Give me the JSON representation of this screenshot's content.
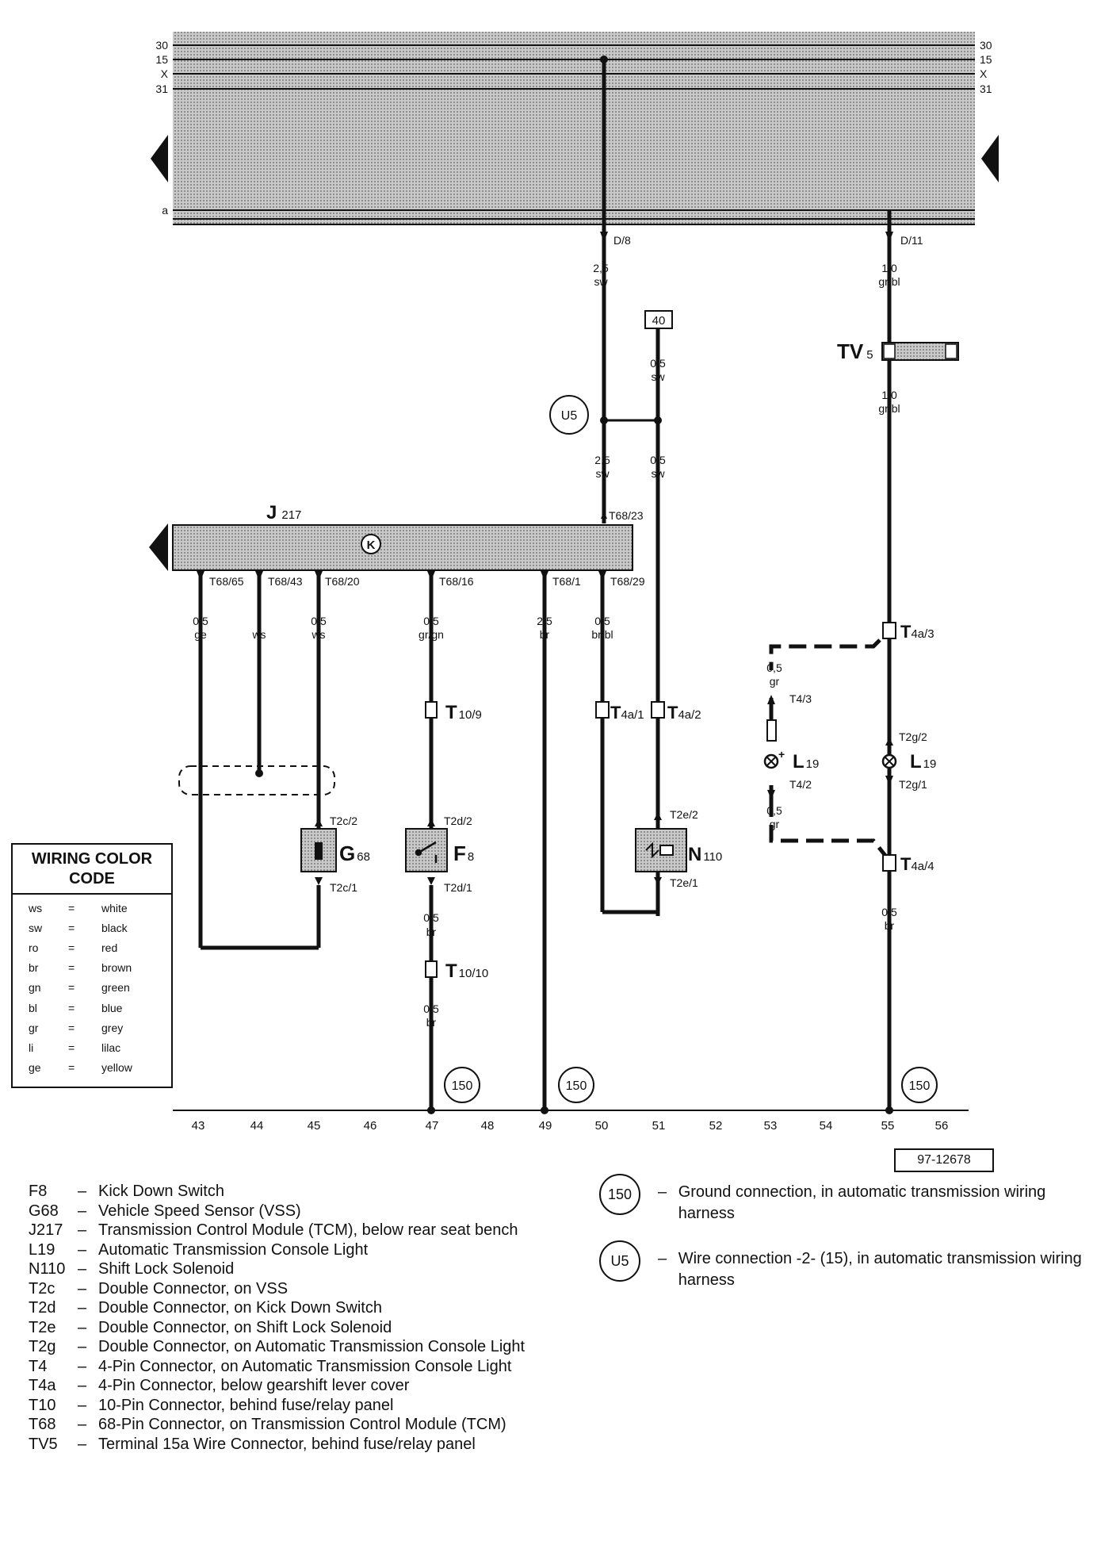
{
  "terminals_left": [
    "30",
    "15",
    "X",
    "31"
  ],
  "terminals_right": [
    "30",
    "15",
    "X",
    "31"
  ],
  "rail_a": "a",
  "connectors": {
    "d8": "D/8",
    "d11": "D/11",
    "t68_23": "T68/23",
    "t68_65": "T68/65",
    "t68_43": "T68/43",
    "t68_20": "T68/20",
    "t68_16": "T68/16",
    "t68_1": "T68/1",
    "t68_29": "T68/29",
    "t2c_2": "T2c/2",
    "t2c_1": "T2c/1",
    "t2d_2": "T2d/2",
    "t2d_1": "T2d/1",
    "t2e_2": "T2e/2",
    "t2e_1": "T2e/1",
    "t4_3": "T4/3",
    "t4_2": "T4/2",
    "t2g_2": "T2g/2",
    "t2g_1": "T2g/1"
  },
  "components": {
    "j217": {
      "main": "J",
      "sub": "217"
    },
    "g68": {
      "main": "G",
      "sub": "68"
    },
    "f8": {
      "main": "F",
      "sub": "8"
    },
    "n110": {
      "main": "N",
      "sub": "110"
    },
    "l19a": {
      "main": "L",
      "sub": "19"
    },
    "l19b": {
      "main": "L",
      "sub": "19"
    },
    "tv5": {
      "main": "TV",
      "sub": "5"
    },
    "t10_9": {
      "main": "T",
      "sub": "10/9"
    },
    "t10_10": {
      "main": "T",
      "sub": "10/10"
    },
    "t4a_1": {
      "main": "T",
      "sub": "4a/1"
    },
    "t4a_2": {
      "main": "T",
      "sub": "4a/2"
    },
    "t4a_3": {
      "main": "T",
      "sub": "4a/3"
    },
    "t4a_4": {
      "main": "T",
      "sub": "4a/4"
    },
    "k_symbol": "K",
    "box40": "40",
    "u5": "U5",
    "g150a": "150",
    "g150b": "150",
    "g150c": "150"
  },
  "wires": {
    "d8_top": {
      "size": "2,5",
      "color": "sw"
    },
    "d11_top": {
      "size": "1,0",
      "color": "gr/bl"
    },
    "tv5_below": {
      "size": "1,0",
      "color": "gr/bl"
    },
    "box40_below": {
      "size": "0,5",
      "color": "sw"
    },
    "u5_below_left": {
      "size": "2,5",
      "color": "sw"
    },
    "u5_below_right": {
      "size": "0,5",
      "color": "sw"
    },
    "w43": {
      "size": "0,5",
      "color": "ge"
    },
    "w44": {
      "size": "",
      "color": "ws"
    },
    "w45": {
      "size": "0,5",
      "color": "ws"
    },
    "w47": {
      "size": "0,5",
      "color": "gr/gn"
    },
    "w47b": {
      "size": "0,5",
      "color": "br"
    },
    "w47c": {
      "size": "0,5",
      "color": "br"
    },
    "w49": {
      "size": "2,5",
      "color": "br"
    },
    "w50": {
      "size": "0,5",
      "color": "br/bl"
    },
    "w53a": {
      "size": "0,5",
      "color": "gr"
    },
    "w53b": {
      "size": "0,5",
      "color": "gr"
    },
    "w55": {
      "size": "0,5",
      "color": "br"
    }
  },
  "track_numbers": [
    "43",
    "44",
    "45",
    "46",
    "47",
    "48",
    "49",
    "50",
    "51",
    "52",
    "53",
    "54",
    "55",
    "56"
  ],
  "doc_number": "97-12678",
  "color_code": {
    "title_line1": "WIRING COLOR",
    "title_line2": "CODE",
    "entries": [
      {
        "abbr": "ws",
        "eq": "=",
        "name": "white"
      },
      {
        "abbr": "sw",
        "eq": "=",
        "name": "black"
      },
      {
        "abbr": "ro",
        "eq": "=",
        "name": "red"
      },
      {
        "abbr": "br",
        "eq": "=",
        "name": "brown"
      },
      {
        "abbr": "gn",
        "eq": "=",
        "name": "green"
      },
      {
        "abbr": "bl",
        "eq": "=",
        "name": "blue"
      },
      {
        "abbr": "gr",
        "eq": "=",
        "name": "grey"
      },
      {
        "abbr": "li",
        "eq": "=",
        "name": "lilac"
      },
      {
        "abbr": "ge",
        "eq": "=",
        "name": "yellow"
      }
    ]
  },
  "legend": [
    {
      "code": "F8",
      "desc": "Kick Down Switch"
    },
    {
      "code": "G68",
      "desc": "Vehicle Speed Sensor (VSS)"
    },
    {
      "code": "J217",
      "desc": "Transmission Control Module (TCM), below rear seat bench"
    },
    {
      "code": "L19",
      "desc": "Automatic Transmission Console Light"
    },
    {
      "code": "N110",
      "desc": "Shift Lock Solenoid"
    },
    {
      "code": "T2c",
      "desc": "Double Connector, on VSS"
    },
    {
      "code": "T2d",
      "desc": "Double Connector, on Kick Down Switch"
    },
    {
      "code": "T2e",
      "desc": "Double Connector, on Shift Lock Solenoid"
    },
    {
      "code": "T2g",
      "desc": "Double Connector, on Automatic Transmission Console Light"
    },
    {
      "code": "T4",
      "desc": "4-Pin Connector, on Automatic Transmission Console Light"
    },
    {
      "code": "T4a",
      "desc": "4-Pin Connector, below gearshift lever cover"
    },
    {
      "code": "T10",
      "desc": "10-Pin Connector, behind fuse/relay panel"
    },
    {
      "code": "T68",
      "desc": "68-Pin Connector, on Transmission Control Module (TCM)"
    },
    {
      "code": "TV5",
      "desc": "Terminal 15a Wire Connector, behind fuse/relay panel"
    }
  ],
  "symbol_legend": [
    {
      "symbol": "150",
      "desc": "Ground connection, in automatic transmission wiring harness"
    },
    {
      "symbol": "U5",
      "desc": "Wire connection -2- (15), in automatic transmission wiring harness"
    }
  ],
  "legend_dash": "–"
}
